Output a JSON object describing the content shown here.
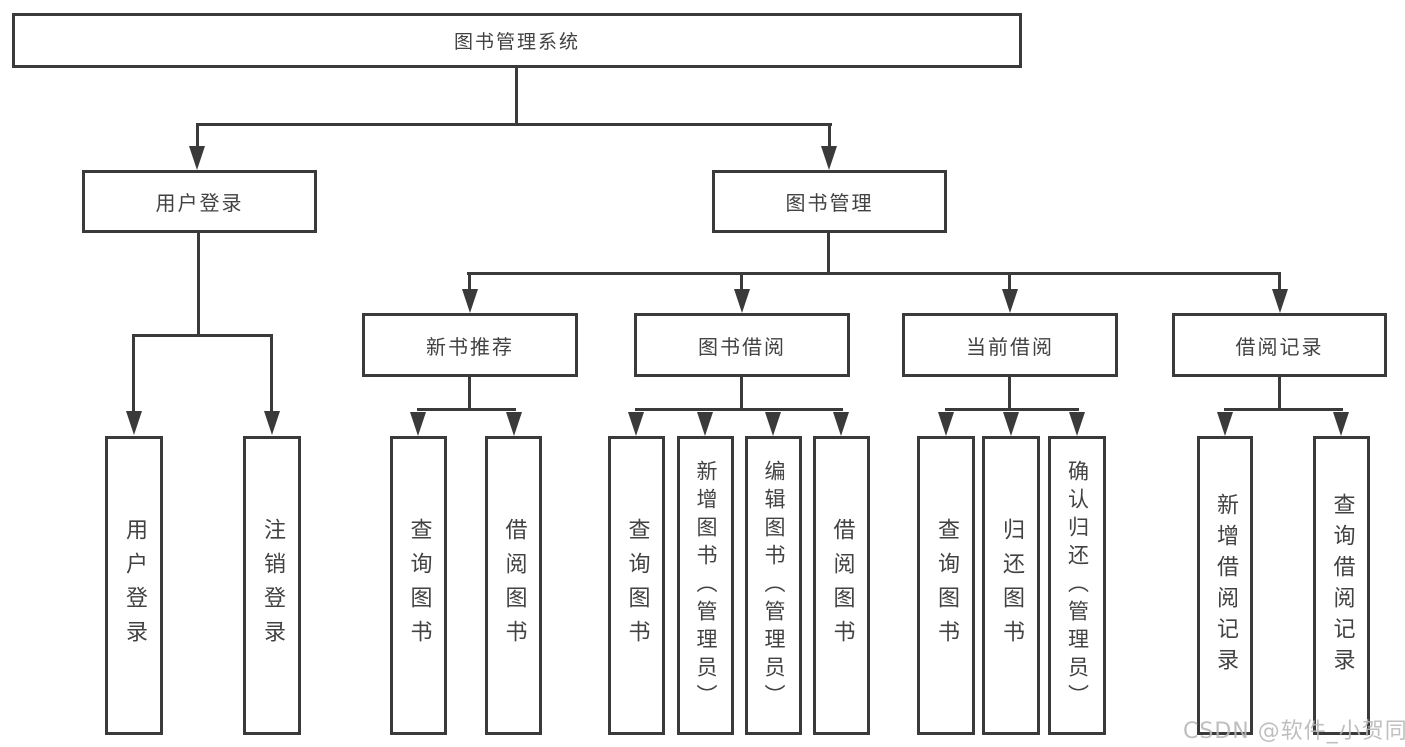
{
  "colors": {
    "line": "#3a3a3a",
    "text": "#424242",
    "watermark": "#b9b9b9",
    "background": "#ffffff"
  },
  "watermark": {
    "text": "CSDN @软件_小贺同学"
  },
  "tree": {
    "label": "图书管理系统",
    "children": [
      {
        "label": "用户登录",
        "children": [
          {
            "label": "用户登录"
          },
          {
            "label": "注销登录"
          }
        ]
      },
      {
        "label": "图书管理",
        "children": [
          {
            "label": "新书推荐",
            "children": [
              {
                "label": "查询图书"
              },
              {
                "label": "借阅图书"
              }
            ]
          },
          {
            "label": "图书借阅",
            "children": [
              {
                "label": "查询图书"
              },
              {
                "label": "新增图书（管理员）"
              },
              {
                "label": "编辑图书（管理员）"
              },
              {
                "label": "借阅图书"
              }
            ]
          },
          {
            "label": "当前借阅",
            "children": [
              {
                "label": "查询图书"
              },
              {
                "label": "归还图书"
              },
              {
                "label": "确认归还（管理员）"
              }
            ]
          },
          {
            "label": "借阅记录",
            "children": [
              {
                "label": "新增借阅记录"
              },
              {
                "label": "查询借阅记录"
              }
            ]
          }
        ]
      }
    ]
  }
}
